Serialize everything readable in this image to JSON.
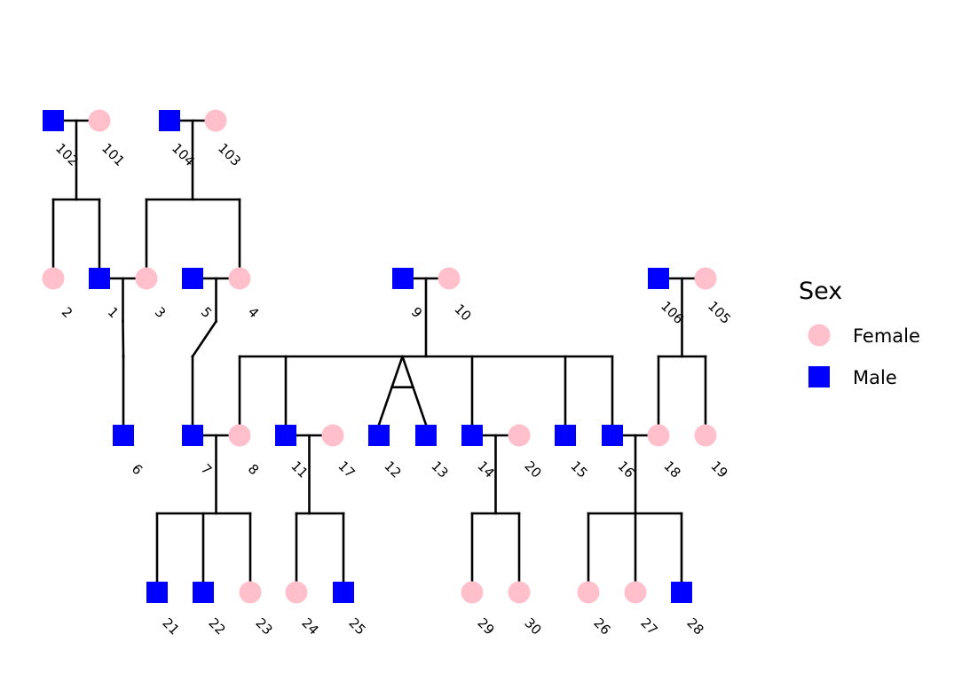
{
  "colors": {
    "female": "#FFC0CB",
    "male": "#0000FF",
    "line": "#000000"
  },
  "legend": {
    "title": "Sex",
    "items": [
      {
        "label": "Female",
        "sex": "F"
      },
      {
        "label": "Male",
        "sex": "M"
      }
    ]
  },
  "pedigree": {
    "individuals": [
      {
        "id": "102",
        "sex": "M",
        "gen": 1
      },
      {
        "id": "101",
        "sex": "F",
        "gen": 1
      },
      {
        "id": "104",
        "sex": "M",
        "gen": 1
      },
      {
        "id": "103",
        "sex": "F",
        "gen": 1
      },
      {
        "id": "2",
        "sex": "F",
        "gen": 2,
        "father": "102",
        "mother": "101"
      },
      {
        "id": "1",
        "sex": "M",
        "gen": 2,
        "father": "102",
        "mother": "101"
      },
      {
        "id": "3",
        "sex": "F",
        "gen": 2,
        "father": "104",
        "mother": "103"
      },
      {
        "id": "5",
        "sex": "M",
        "gen": 2
      },
      {
        "id": "4",
        "sex": "F",
        "gen": 2,
        "father": "104",
        "mother": "103"
      },
      {
        "id": "9",
        "sex": "M",
        "gen": 2
      },
      {
        "id": "10",
        "sex": "F",
        "gen": 2
      },
      {
        "id": "106",
        "sex": "M",
        "gen": 2
      },
      {
        "id": "105",
        "sex": "F",
        "gen": 2
      },
      {
        "id": "6",
        "sex": "M",
        "gen": 3,
        "father": "1",
        "mother": "3"
      },
      {
        "id": "7",
        "sex": "M",
        "gen": 3,
        "father": "5",
        "mother": "4"
      },
      {
        "id": "8",
        "sex": "F",
        "gen": 3,
        "father": "9",
        "mother": "10"
      },
      {
        "id": "11",
        "sex": "M",
        "gen": 3,
        "father": "9",
        "mother": "10"
      },
      {
        "id": "17",
        "sex": "F",
        "gen": 3
      },
      {
        "id": "12",
        "sex": "M",
        "gen": 3,
        "father": "9",
        "mother": "10"
      },
      {
        "id": "13",
        "sex": "M",
        "gen": 3,
        "father": "9",
        "mother": "10"
      },
      {
        "id": "14",
        "sex": "M",
        "gen": 3,
        "father": "9",
        "mother": "10"
      },
      {
        "id": "20",
        "sex": "F",
        "gen": 3
      },
      {
        "id": "15",
        "sex": "M",
        "gen": 3,
        "father": "9",
        "mother": "10"
      },
      {
        "id": "16",
        "sex": "M",
        "gen": 3,
        "father": "9",
        "mother": "10"
      },
      {
        "id": "18",
        "sex": "F",
        "gen": 3,
        "father": "106",
        "mother": "105"
      },
      {
        "id": "19",
        "sex": "F",
        "gen": 3,
        "father": "106",
        "mother": "105"
      },
      {
        "id": "21",
        "sex": "M",
        "gen": 4,
        "father": "7",
        "mother": "8"
      },
      {
        "id": "22",
        "sex": "M",
        "gen": 4,
        "father": "7",
        "mother": "8"
      },
      {
        "id": "23",
        "sex": "F",
        "gen": 4,
        "father": "7",
        "mother": "8"
      },
      {
        "id": "24",
        "sex": "F",
        "gen": 4,
        "father": "11",
        "mother": "17"
      },
      {
        "id": "25",
        "sex": "M",
        "gen": 4,
        "father": "11",
        "mother": "17"
      },
      {
        "id": "29",
        "sex": "F",
        "gen": 4,
        "father": "14",
        "mother": "20"
      },
      {
        "id": "30",
        "sex": "F",
        "gen": 4,
        "father": "14",
        "mother": "20"
      },
      {
        "id": "26",
        "sex": "F",
        "gen": 4,
        "father": "16",
        "mother": "18"
      },
      {
        "id": "27",
        "sex": "F",
        "gen": 4,
        "father": "16",
        "mother": "18"
      },
      {
        "id": "28",
        "sex": "M",
        "gen": 4,
        "father": "16",
        "mother": "18"
      }
    ],
    "twins": [
      [
        "12",
        "13"
      ]
    ]
  }
}
